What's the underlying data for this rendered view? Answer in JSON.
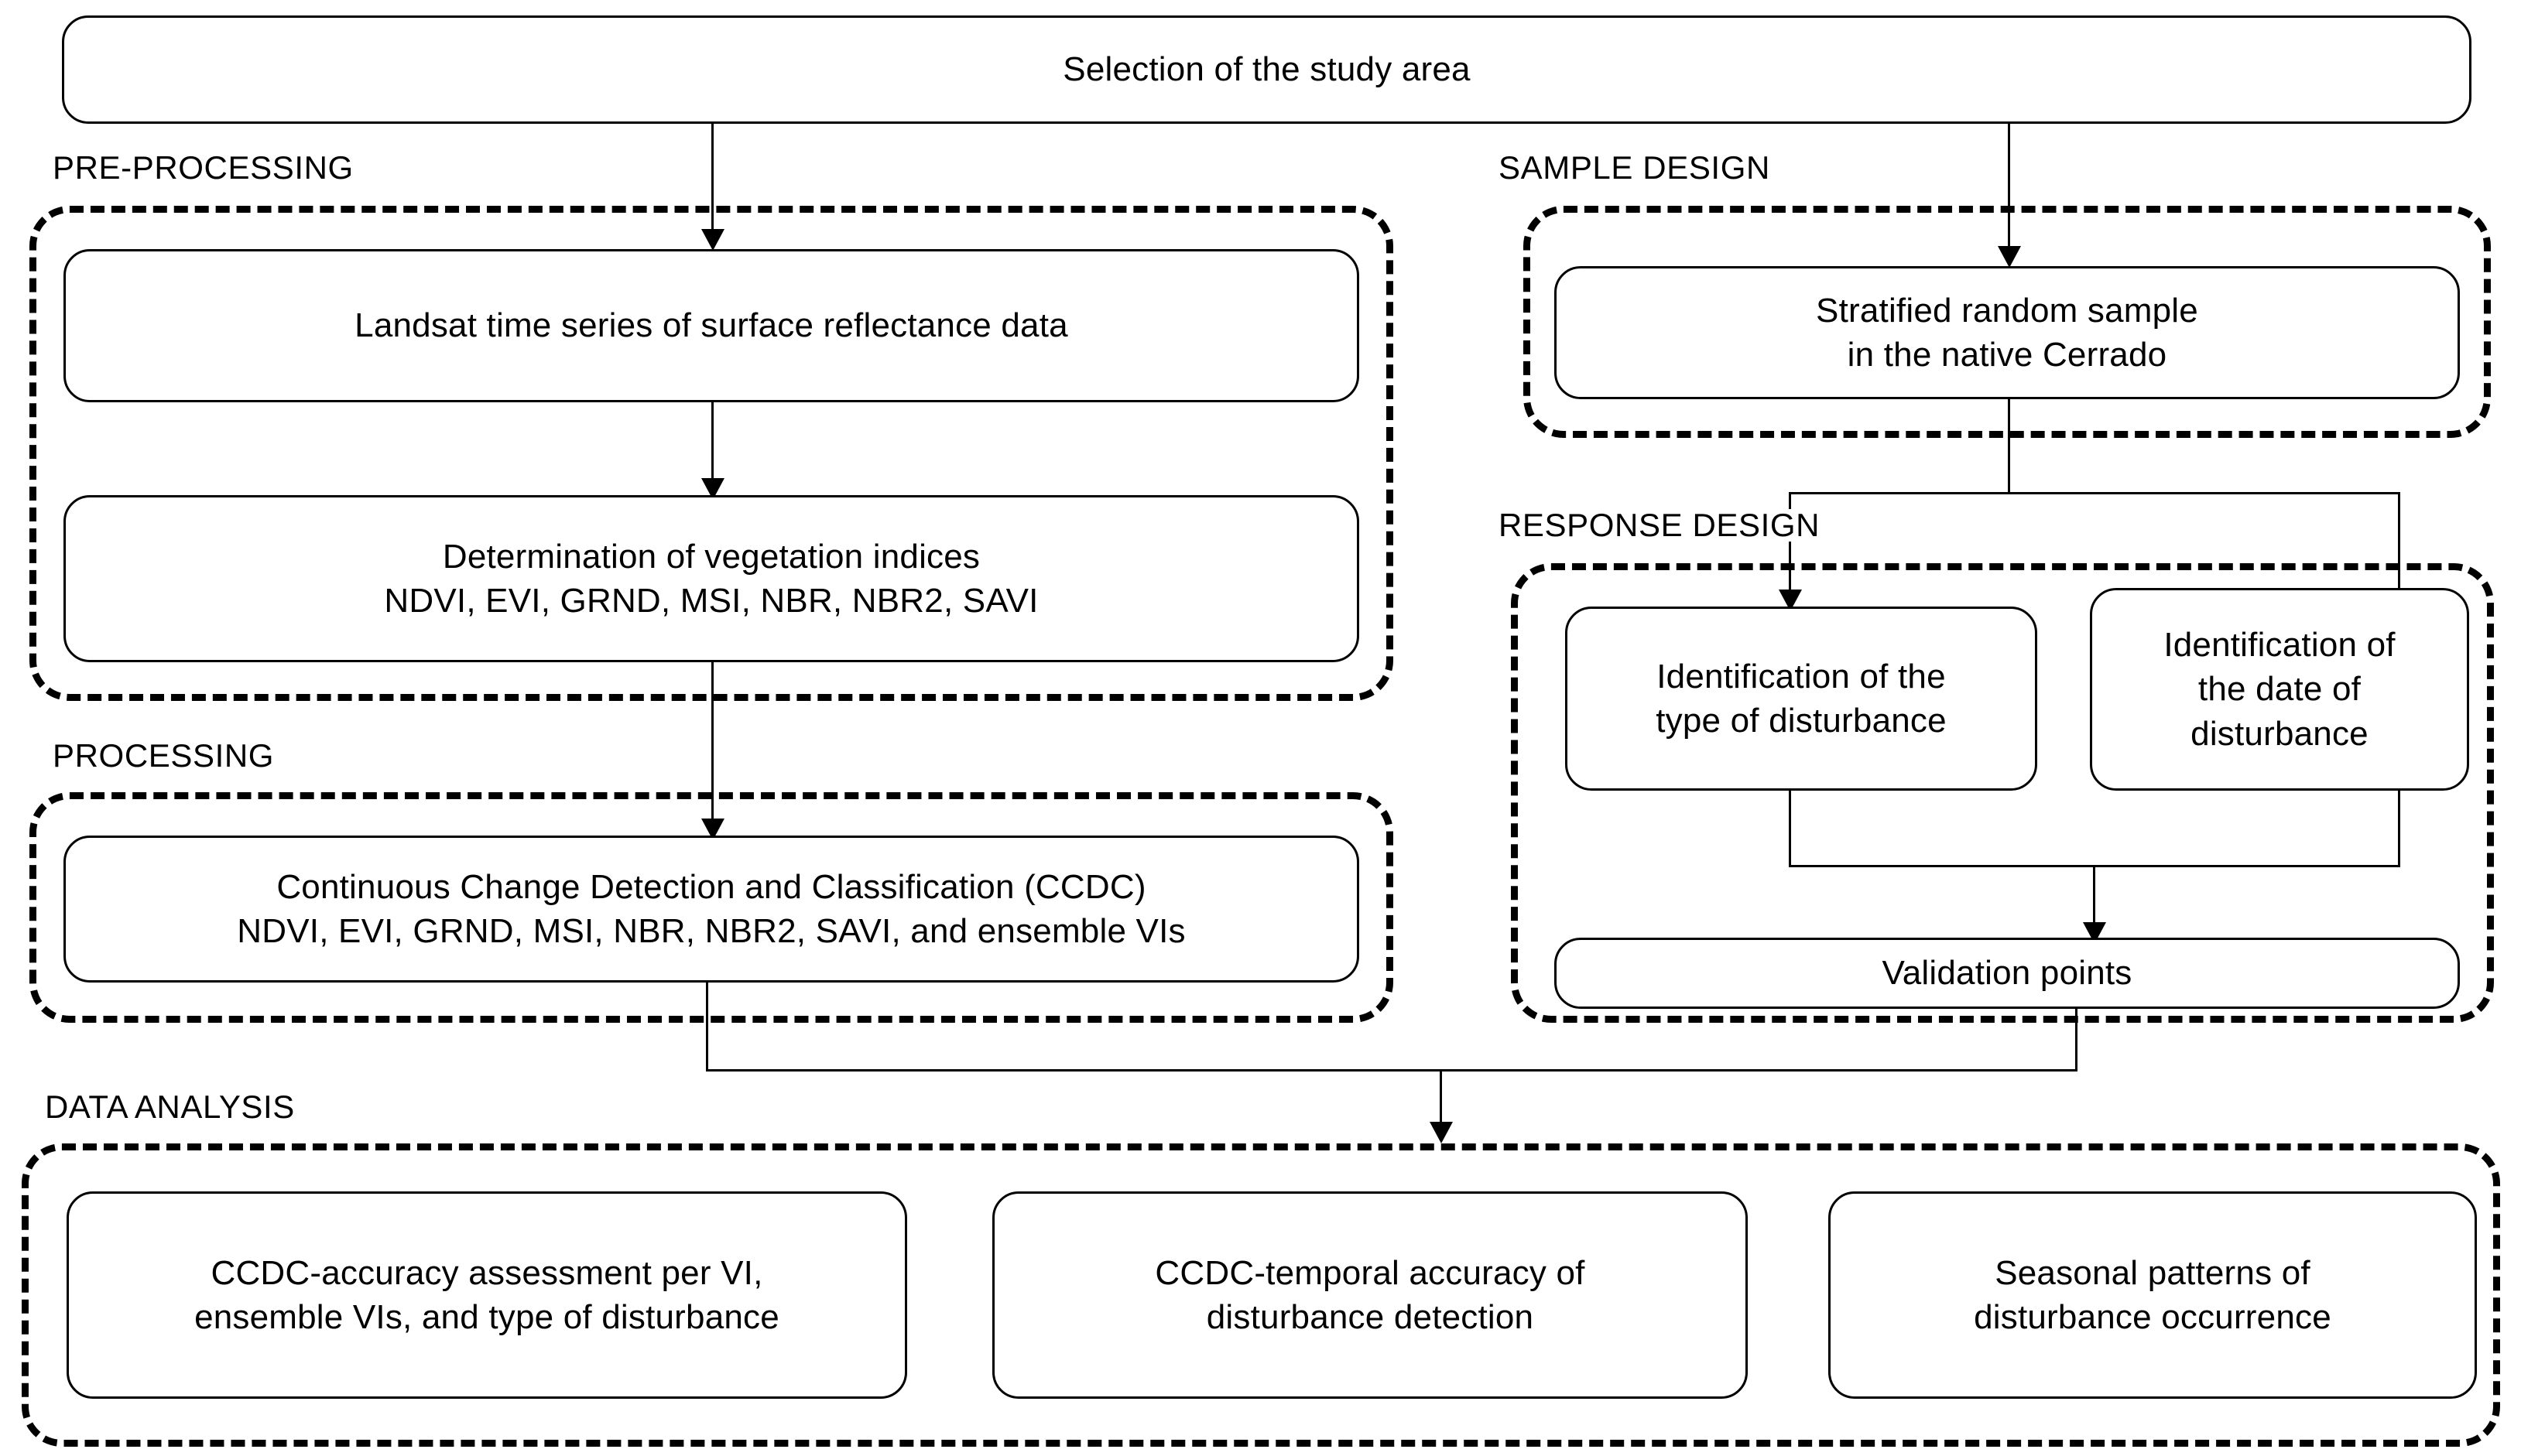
{
  "figure": {
    "type": "flowchart",
    "title_box": {
      "label": "Selection of the study area"
    },
    "groups": [
      {
        "id": "pre-processing",
        "caption": "PRE-PROCESSING"
      },
      {
        "id": "sample-design",
        "caption": "SAMPLE DESIGN"
      },
      {
        "id": "processing",
        "caption": "PROCESSING"
      },
      {
        "id": "response-design",
        "caption": "RESPONSE DESIGN"
      },
      {
        "id": "data-analysis",
        "caption": "DATA ANALYSIS"
      }
    ],
    "nodes": {
      "landsat": {
        "line1": "Landsat time series of surface reflectance data"
      },
      "veg_indices": {
        "line1": "Determination of vegetation indices",
        "line2": "NDVI, EVI, GRND, MSI, NBR, NBR2, SAVI"
      },
      "ccdc": {
        "line1": "Continuous Change Detection and Classification (CCDC)",
        "line2": "NDVI, EVI, GRND, MSI, NBR, NBR2, SAVI, and ensemble VIs"
      },
      "stratified_sample": {
        "line1": "Stratified random sample",
        "line2": "in the native Cerrado"
      },
      "type_disturbance": {
        "line1": "Identification of the",
        "line2": "type of disturbance"
      },
      "date_disturbance": {
        "line1": "Identification of",
        "line2": "the date of",
        "line3": "disturbance"
      },
      "validation_points": {
        "line1": "Validation points"
      },
      "analysis_accuracy": {
        "line1": "CCDC-accuracy assessment per VI,",
        "line2": "ensemble VIs, and type of disturbance"
      },
      "analysis_temporal": {
        "line1": "CCDC-temporal accuracy of",
        "line2": "disturbance detection"
      },
      "analysis_seasonal": {
        "line1": "Seasonal patterns of",
        "line2": "disturbance occurrence"
      }
    },
    "colors": {
      "stroke": "#000000",
      "fill": "#ffffff",
      "text": "#000000"
    }
  }
}
